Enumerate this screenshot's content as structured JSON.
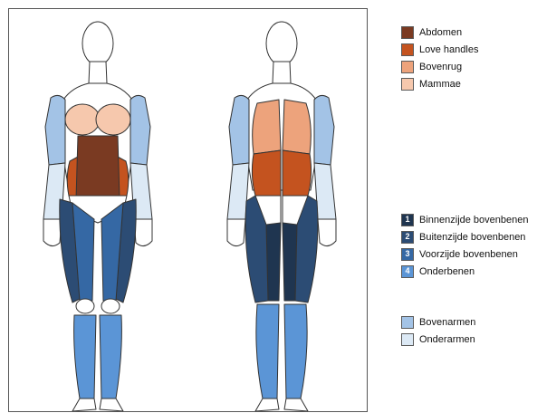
{
  "legend_groups": [
    {
      "items": [
        {
          "label": "Abdomen",
          "color": "#7a3a22"
        },
        {
          "label": "Love handles",
          "color": "#c4531f"
        },
        {
          "label": "Bovenrug",
          "color": "#eda37c"
        },
        {
          "label": "Mammae",
          "color": "#f6c8ad"
        }
      ]
    },
    {
      "items": [
        {
          "label": "Binnenzijde bovenbenen",
          "number": "1",
          "color": "#1f3550"
        },
        {
          "label": "Buitenzijde bovenbenen",
          "number": "2",
          "color": "#2c4c74"
        },
        {
          "label": "Voorzijde bovenbenen",
          "number": "3",
          "color": "#3568a4"
        },
        {
          "label": "Onderbenen",
          "number": "4",
          "color": "#5b95d6"
        }
      ]
    },
    {
      "items": [
        {
          "label": "Bovenarmen",
          "color": "#a3c3e6"
        },
        {
          "label": "Onderarmen",
          "color": "#dce9f5"
        }
      ]
    }
  ]
}
